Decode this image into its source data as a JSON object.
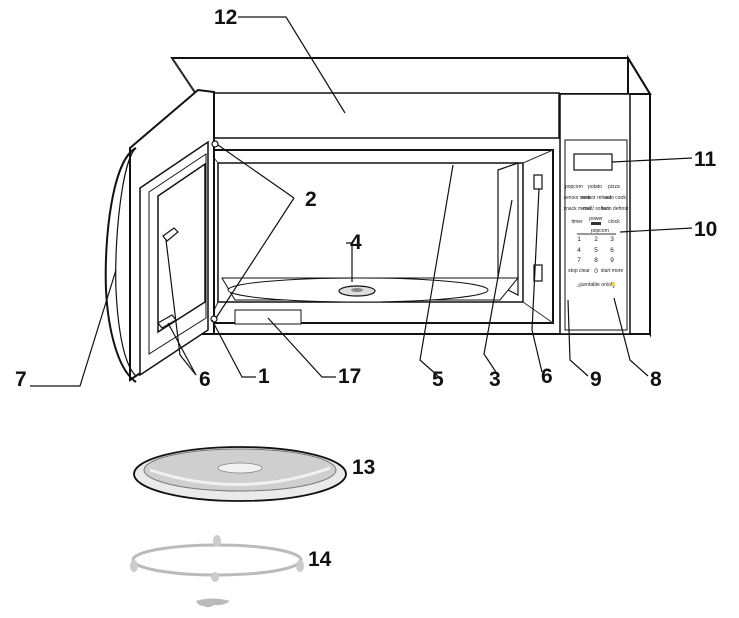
{
  "callouts": {
    "c1": "1",
    "c2": "2",
    "c3": "3",
    "c4": "4",
    "c5": "5",
    "c6a": "6",
    "c6b": "6",
    "c7": "7",
    "c8": "8",
    "c9": "9",
    "c10": "10",
    "c11": "11",
    "c12": "12",
    "c13": "13",
    "c14": "14",
    "c17": "17"
  },
  "keypad": {
    "row1": [
      "popcorn",
      "potato",
      "pizza"
    ],
    "row2": [
      "sensor cook",
      "sensor reheat",
      "auto cook"
    ],
    "row3": [
      "snack menu",
      "melt/ soften",
      "auto defrost"
    ],
    "row4": [
      "timer",
      "power",
      "clock"
    ],
    "numpad_label": "popcorn",
    "numbers": [
      "1",
      "2",
      "3",
      "4",
      "5",
      "6",
      "7",
      "8",
      "9",
      "stop clear",
      "0",
      "start more"
    ],
    "row6": [
      "⚠",
      "turntable on/off",
      "💡"
    ]
  }
}
